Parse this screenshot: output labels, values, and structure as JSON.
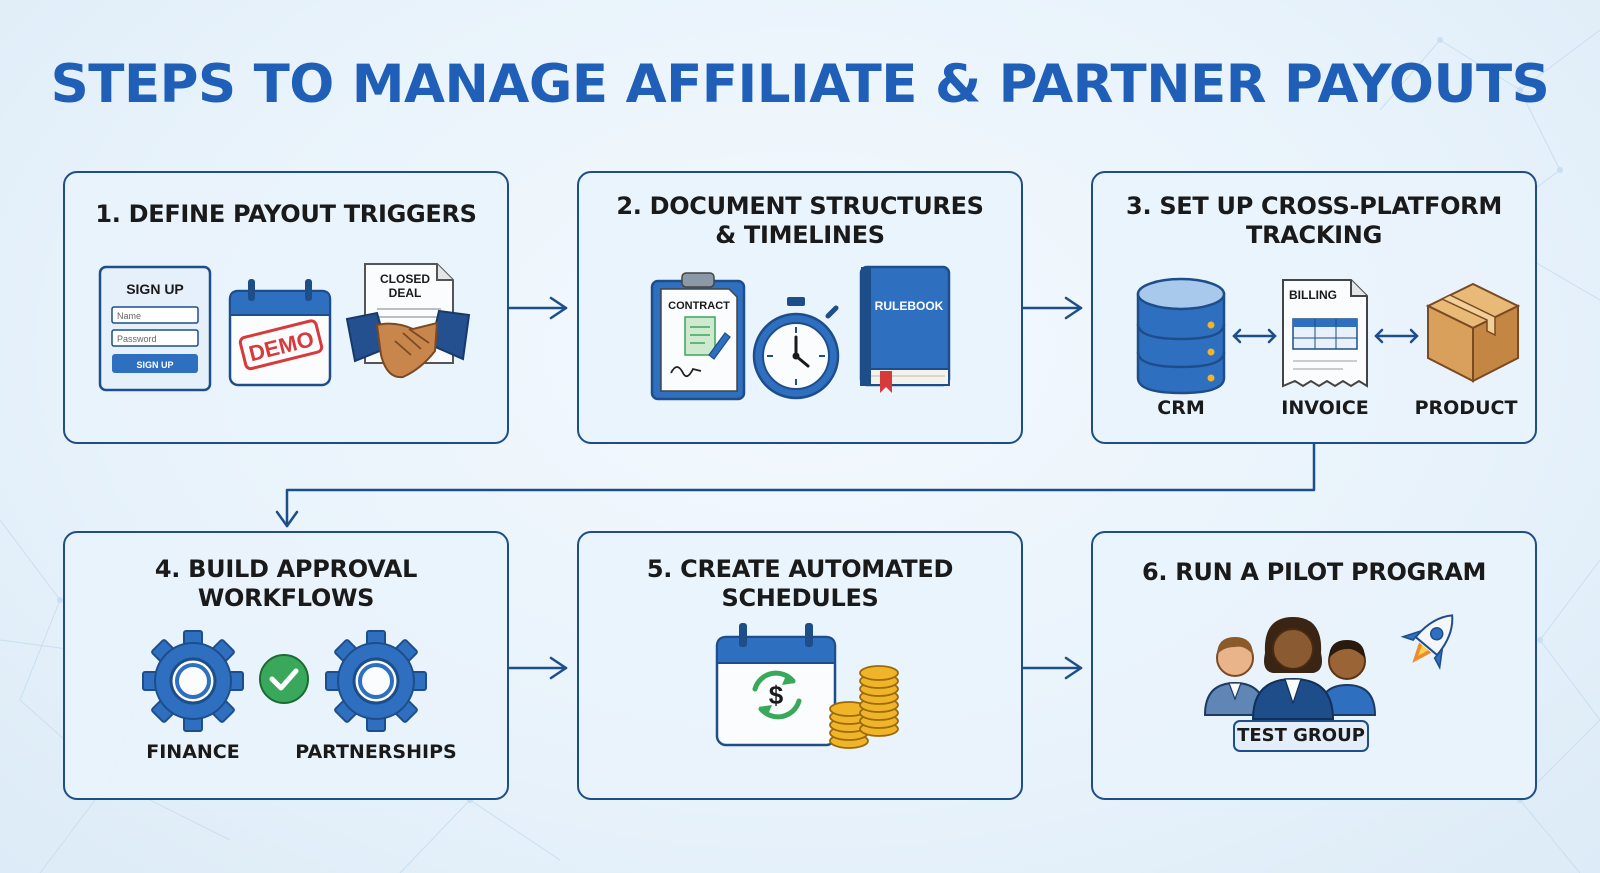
{
  "title": "STEPS TO MANAGE AFFILIATE & PARTNER PAYOUTS",
  "steps": [
    {
      "title_lines": [
        "1. DEFINE PAYOUT TRIGGERS"
      ],
      "signup_form": {
        "heading": "SIGN UP",
        "name_placeholder": "Name",
        "password_placeholder": "Password",
        "button": "SIGN UP"
      },
      "demo_stamp": "DEMO",
      "closed_deal": [
        "CLOSED",
        "DEAL"
      ]
    },
    {
      "title_lines": [
        "2. DOCUMENT STRUCTURES",
        "& TIMELINES"
      ],
      "contract_label": "CONTRACT",
      "rulebook_label": "RULEBOOK"
    },
    {
      "title_lines": [
        "3. SET UP CROSS-PLATFORM",
        "TRACKING"
      ],
      "billing_label": "BILLING",
      "labels": [
        "CRM",
        "INVOICE",
        "PRODUCT"
      ]
    },
    {
      "title_lines": [
        "4. BUILD APPROVAL",
        "WORKFLOWS"
      ],
      "labels": [
        "FINANCE",
        "PARTNERSHIPS"
      ]
    },
    {
      "title_lines": [
        "5. CREATE AUTOMATED",
        "SCHEDULES"
      ],
      "currency_symbol": "$"
    },
    {
      "title_lines": [
        "6. RUN A PILOT PROGRAM"
      ],
      "badge": "TEST GROUP"
    }
  ],
  "colors": {
    "title": "#1f5fb8",
    "card_border": "#1d4e8a",
    "card_fill": "#e9f3fb",
    "icon_blue": "#2f6fc0",
    "coin_gold": "#f0b429",
    "check_green": "#3aa85a",
    "stamp_red": "#d63a3a",
    "box_brown": "#d9a05b"
  }
}
